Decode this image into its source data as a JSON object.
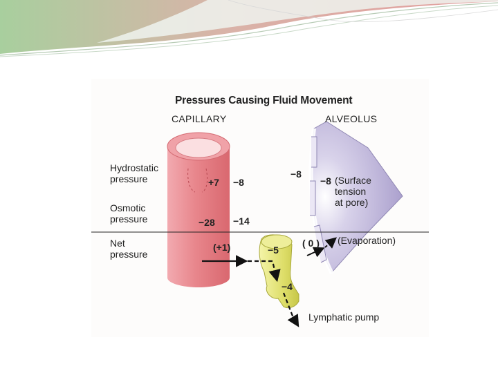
{
  "slide": {
    "header_colors": {
      "band_left": "#9dc49a",
      "band_right": "#d8a3a3",
      "wave": "#e6eef0"
    }
  },
  "figure": {
    "title": "Pressures Causing Fluid Movement",
    "columns": {
      "capillary": "CAPILLARY",
      "alveolus": "ALVEOLUS"
    },
    "rows": {
      "hydrostatic": "Hydrostatic\npressure",
      "osmotic": "Osmotic\npressure",
      "net": "Net\npressure"
    },
    "values": {
      "cap_hydrostatic": "+7",
      "int_hydrostatic": "−8",
      "alv_hydrostatic_a": "−8",
      "alv_hydrostatic_b": "−8",
      "cap_osmotic": "−28",
      "int_osmotic": "−14",
      "cap_net": "(+1)",
      "lymph_top": "−5",
      "lymph_mid": "−4",
      "alv_net": "( 0 )"
    },
    "notes": {
      "surface_tension": "(Surface\ntension\nat pore)",
      "evaporation": "(Evaporation)",
      "lymphatic_pump": "Lymphatic pump"
    },
    "colors": {
      "capillary": "#e8868c",
      "lymphatic": "#dede6a",
      "alveolus": "#b3a9cf"
    }
  }
}
